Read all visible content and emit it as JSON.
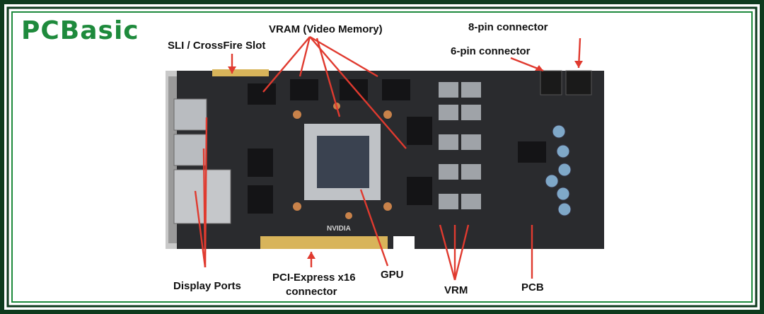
{
  "logo": {
    "text": "PCBasic"
  },
  "colors": {
    "border": "#1e8a3c",
    "arrow": "#e03a2f",
    "pcb": "#2a2b2e",
    "gold": "#d8b45a"
  },
  "labels": {
    "sli": "SLI / CrossFire Slot",
    "vram": "VRAM (Video Memory)",
    "pin8": "8-pin connector",
    "pin6": "6-pin connector",
    "display_ports": "Display Ports",
    "pcie_line1": "PCI-Express x16",
    "pcie_line2": "connector",
    "gpu": "GPU",
    "vrm": "VRM",
    "pcb": "PCB"
  },
  "chip_text": {
    "brand": "NVIDIA"
  }
}
